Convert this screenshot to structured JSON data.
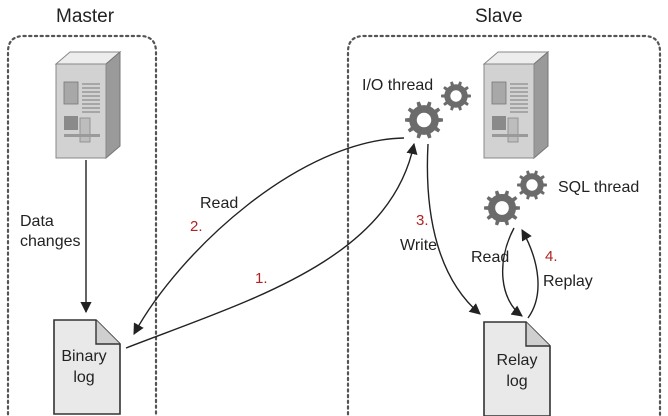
{
  "master": {
    "title": "Master",
    "data_changes": "Data\nchanges",
    "binary_log": "Binary\nlog"
  },
  "slave": {
    "title": "Slave",
    "io_thread": "I/O thread",
    "sql_thread": "SQL thread",
    "relay_log": "Relay\nlog"
  },
  "arrows": {
    "read_master": "Read",
    "write_relay": "Write",
    "read_relay": "Read",
    "replay": "Replay"
  },
  "steps": {
    "s1": "1.",
    "s2": "2.",
    "s3": "3.",
    "s4": "4."
  },
  "colors": {
    "step_number": "#b22222",
    "border": "#555555",
    "server_body": "#cfcfcf",
    "gear": "#6b6b6b"
  }
}
